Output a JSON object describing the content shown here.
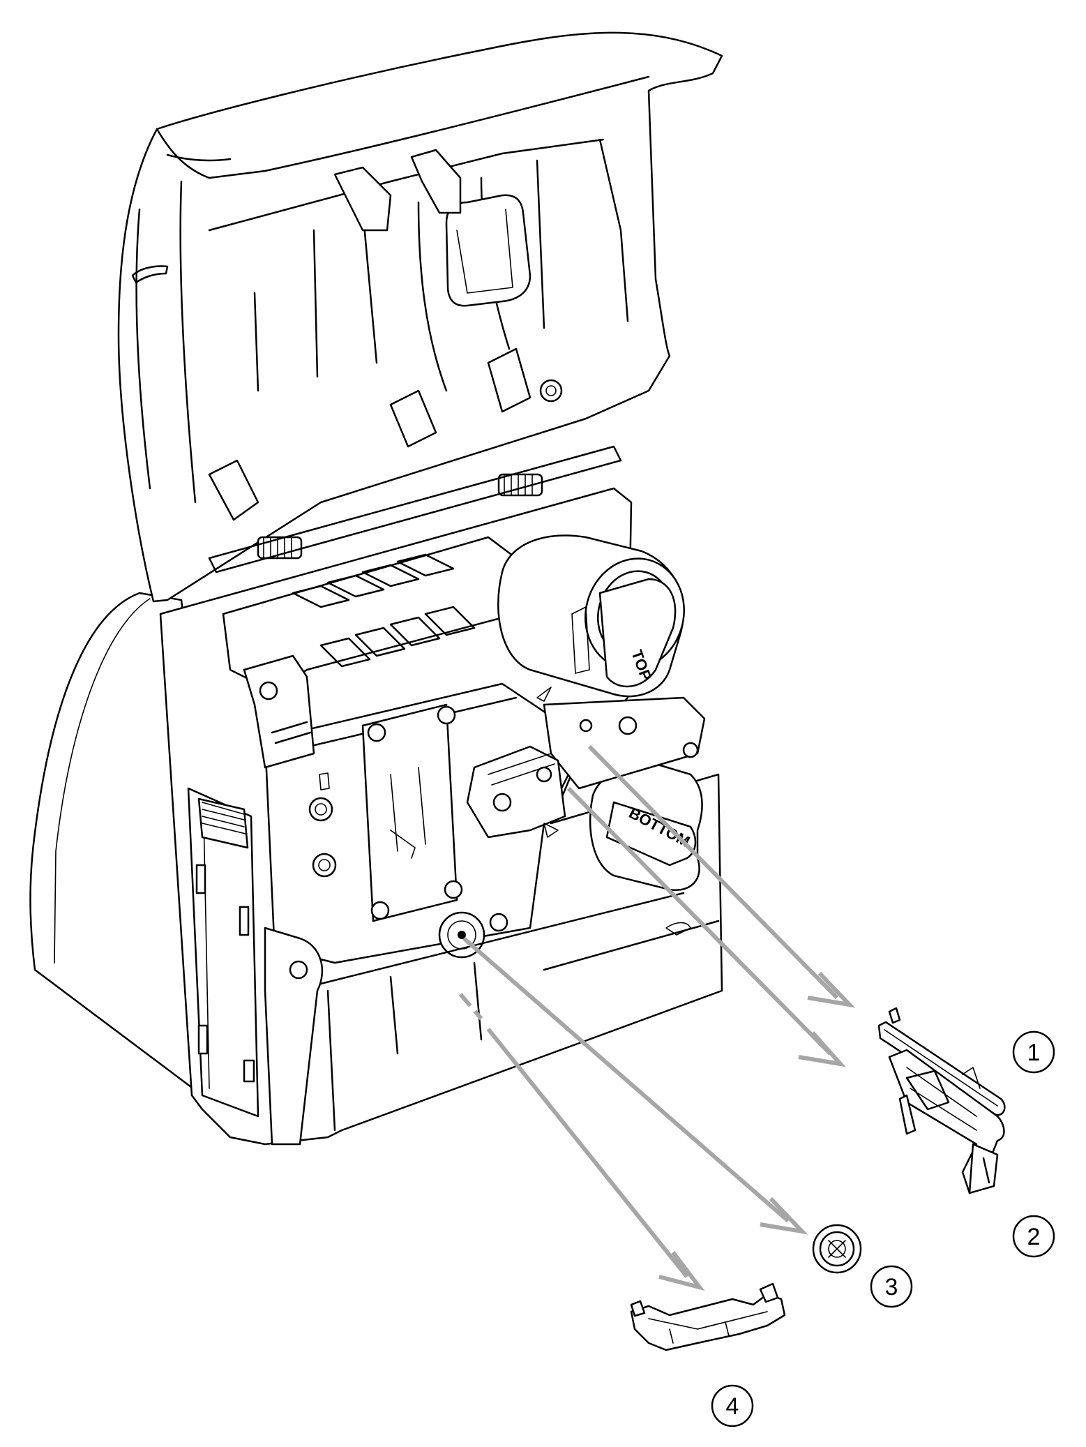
{
  "diagram": {
    "labels": {
      "top_dial": "TOP",
      "bottom_dial": "BOTTOM"
    },
    "callouts": [
      {
        "id": "c1",
        "number": "1"
      },
      {
        "id": "c2",
        "number": "2"
      },
      {
        "id": "c3",
        "number": "3"
      },
      {
        "id": "c4",
        "number": "4"
      }
    ],
    "colors": {
      "line_art": "#000000",
      "arrow": "#a6a6a6",
      "background": "#ffffff"
    }
  }
}
